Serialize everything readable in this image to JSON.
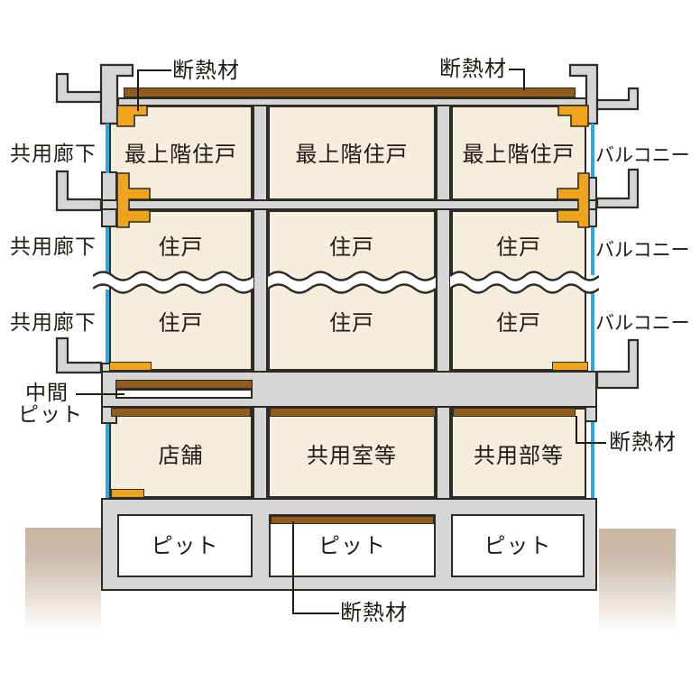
{
  "colors": {
    "concrete": "#d6d6d6",
    "outline": "#2e2b25",
    "room": "#f6eedd",
    "brown": "#8f5c1e",
    "orange": "#efa41d",
    "cyan": "#29a9dd",
    "soil": "#c8b6a3",
    "text": "#1f1a14"
  },
  "annotations": {
    "insulation_top_left": "断熱材",
    "insulation_top_right": "断熱材",
    "insulation_right": "断熱材",
    "insulation_bottom": "断熱材",
    "mid_pit_line1": "中間",
    "mid_pit_line2": "ピット"
  },
  "left_labels": [
    {
      "text": "共用廊下"
    },
    {
      "text": "共用廊下"
    },
    {
      "text": "共用廊下"
    }
  ],
  "right_labels": [
    {
      "text": "バルコニー"
    },
    {
      "text": "バルコニー"
    },
    {
      "text": "バルコニー"
    }
  ],
  "rooms": {
    "row_top": [
      {
        "name": "最上階住戸"
      },
      {
        "name": "最上階住戸"
      },
      {
        "name": "最上階住戸"
      }
    ],
    "row_mid": [
      {
        "name": "住戸"
      },
      {
        "name": "住戸"
      },
      {
        "name": "住戸"
      }
    ],
    "row_lower": [
      {
        "name": "住戸"
      },
      {
        "name": "住戸"
      },
      {
        "name": "住戸"
      }
    ],
    "row_ground": [
      {
        "name": "店舗"
      },
      {
        "name": "共用室等"
      },
      {
        "name": "共用部等"
      }
    ],
    "row_pit": [
      {
        "name": "ピット"
      },
      {
        "name": "ピット"
      },
      {
        "name": "ピット"
      }
    ]
  }
}
